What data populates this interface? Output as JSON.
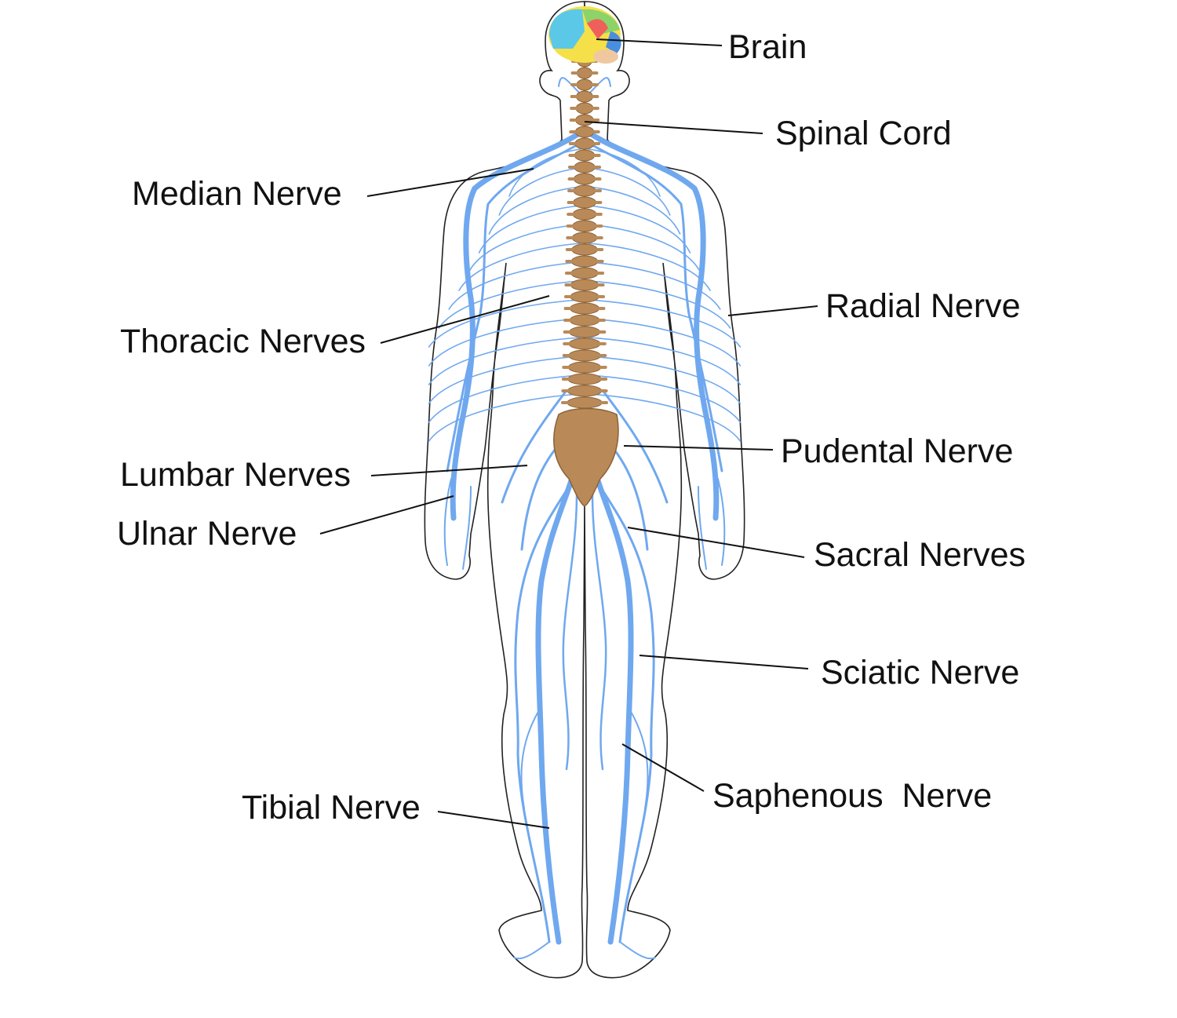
{
  "colors": {
    "nerve": "#6fa8ef",
    "nerve_light": "#a9cdf6",
    "bone": "#b98a58",
    "bone_dark": "#8a6238",
    "brain": [
      "#5bc8e8",
      "#8cd36a",
      "#f0605a",
      "#f5e04a",
      "#f0c8a0",
      "#4a8ee0"
    ]
  },
  "labels": {
    "brain": "Brain",
    "spinal_cord": "Spinal Cord",
    "median_nerve": "Median Nerve",
    "radial_nerve": "Radial Nerve",
    "thoracic_nerves": "Thoracic Nerves",
    "pudental_nerve": "Pudental Nerve",
    "lumbar_nerves": "Lumbar Nerves",
    "ulnar_nerve": "Ulnar Nerve",
    "sacral_nerves": "Sacral Nerves",
    "sciatic_nerve": "Sciatic Nerve",
    "saphenous_nerve": "Saphenous  Nerve",
    "tibial_nerve": "Tibial Nerve"
  }
}
